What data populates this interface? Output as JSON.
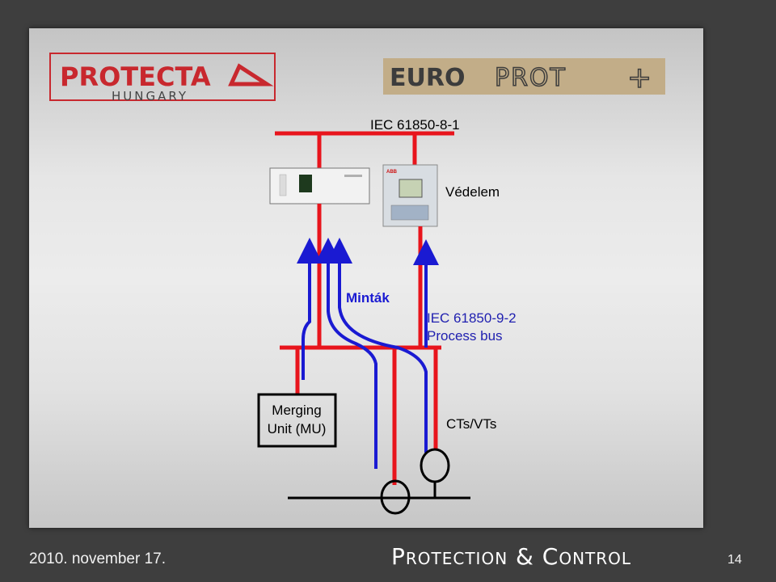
{
  "logos": {
    "protecta_main": "PROTECTA",
    "protecta_sub": "HUNGARY",
    "europrot_part1": "EURO",
    "europrot_part2": "PROT",
    "europrot_plus": "+"
  },
  "diagram": {
    "station_bus_label": "IEC 61850-8-1",
    "protection_label": "Védelem",
    "samples_label": "Minták",
    "process_bus_line1": "IEC 61850-9-2",
    "process_bus_line2": "Process bus",
    "merging_unit_line1": "Merging",
    "merging_unit_line2": "Unit (MU)",
    "ct_vt_label": "CTs/VTs",
    "relay_brand": "ABB"
  },
  "footer": {
    "date": "2010. november 17.",
    "title": "Protection & Control",
    "page_number": "14"
  },
  "colors": {
    "protecta_red": "#c8282e",
    "bus_red": "#e8141c",
    "signal_blue": "#1a1ad2",
    "process_bus_blue": "#2020b0",
    "europrot_dark": "#3c3c3c"
  }
}
